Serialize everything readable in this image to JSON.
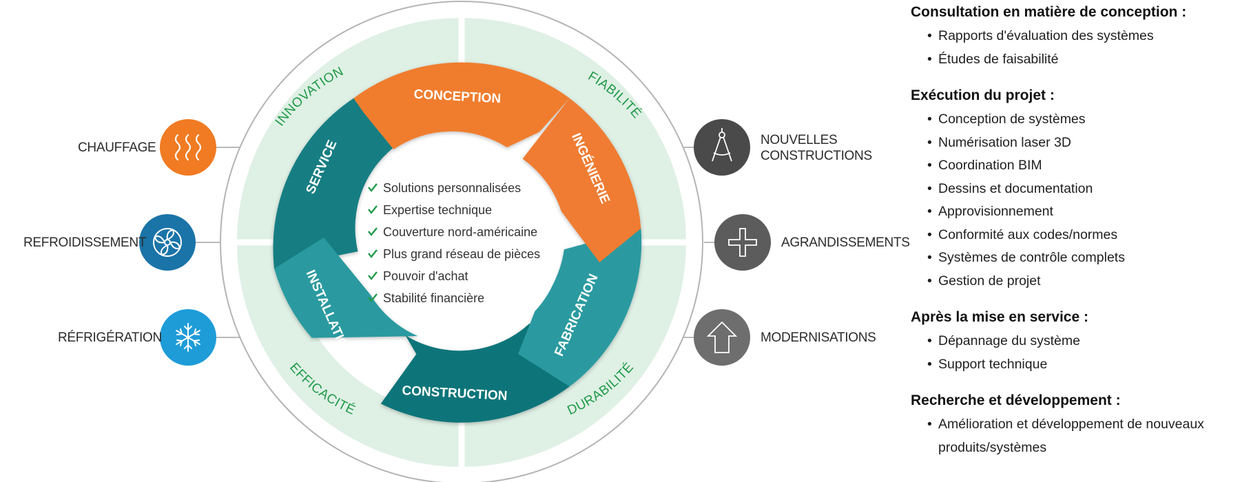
{
  "ring_labels": {
    "innovation": "INNOVATION",
    "fiabilite": "FIABILITÉ",
    "efficacite": "EFFICACITÉ",
    "durabilite": "DURABILITÉ"
  },
  "cycle_segments": {
    "conception": "CONCEPTION",
    "ingenierie": "INGÉNIERIE",
    "fabrication": "FABRICATION",
    "construction": "CONSTRUCTION",
    "installation": "INSTALLATION",
    "service": "SERVICE"
  },
  "center_checklist": [
    "Solutions personnalisées",
    "Expertise technique",
    "Couverture nord-américaine",
    "Plus grand réseau de pièces",
    "Pouvoir d'achat",
    "Stabilité financière"
  ],
  "left_items": [
    {
      "label": "CHAUFFAGE",
      "icon": "heat-waves-icon",
      "color": "#f07b22"
    },
    {
      "label": "REFROIDISSEMENT",
      "icon": "fan-icon",
      "color": "#1a74a8"
    },
    {
      "label": "RÉFRIGÉRATION",
      "icon": "snowflake-icon",
      "color": "#1e9cd8"
    }
  ],
  "right_items": [
    {
      "label_line1": "NOUVELLES",
      "label_line2": "CONSTRUCTIONS",
      "icon": "compass-icon",
      "color": "#4a4a4a"
    },
    {
      "label_line1": "AGRANDISSEMENTS",
      "label_line2": "",
      "icon": "plus-icon",
      "color": "#5c5c5c"
    },
    {
      "label_line1": "MODERNISATIONS",
      "label_line2": "",
      "icon": "up-arrow-icon",
      "color": "#6e6e6e"
    }
  ],
  "colors": {
    "orange": "#ef7b30",
    "orange_dark": "#e0621d",
    "teal": "#147e83",
    "teal_dark": "#0d6b70",
    "teal_light": "#2a9aa0",
    "ring_green": "#dff0e5",
    "ring_text": "#1f9a48"
  },
  "services": [
    {
      "title": "Consultation en matière de conception :",
      "items": [
        "Rapports d'évaluation des systèmes",
        "Études de faisabilité"
      ]
    },
    {
      "title": "Exécution du projet :",
      "items": [
        "Conception de systèmes",
        "Numérisation laser 3D",
        "Coordination BIM",
        "Dessins et documentation",
        "Approvisionnement",
        "Conformité aux codes/normes",
        "Systèmes de contrôle complets",
        "Gestion de projet"
      ]
    },
    {
      "title": "Après la mise en service :",
      "items": [
        "Dépannage du système",
        "Support technique"
      ]
    },
    {
      "title": "Recherche et développement :",
      "items": [
        "Amélioration et développement de nouveaux produits/systèmes"
      ]
    }
  ]
}
